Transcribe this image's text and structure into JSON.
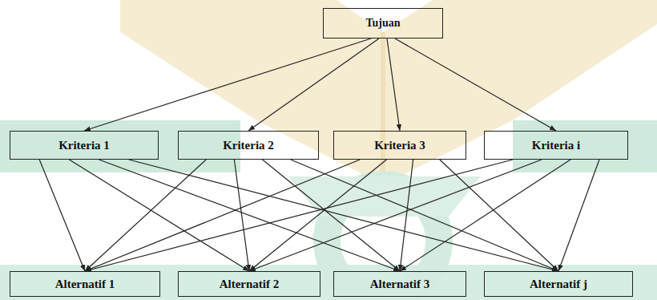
{
  "diagram": {
    "nodes": [
      {
        "text": [
          "Tujuan"
        ]
      },
      {
        "text": [
          "Kriteria 1"
        ]
      },
      {
        "text": [
          "Kriteria 2"
        ]
      },
      {
        "text": [
          "Kriteria 3"
        ]
      },
      {
        "text": [
          "Kriteria i"
        ]
      },
      {
        "text": [
          "Alternatif 1"
        ]
      },
      {
        "text": [
          "Alternatif 2"
        ]
      },
      {
        "text": [
          "Alternatif 3"
        ]
      },
      {
        "text": [
          "Alternatif j"
        ]
      }
    ],
    "edges": [
      {
        "from": 0,
        "to": 1,
        "arrow": "to"
      },
      {
        "from": 0,
        "to": 2,
        "arrow": "to"
      },
      {
        "from": 0,
        "to": 3,
        "arrow": "to"
      },
      {
        "from": 0,
        "to": 4,
        "arrow": "to"
      },
      {
        "from": 1,
        "to": 5,
        "arrow": "to"
      },
      {
        "from": 1,
        "to": 6,
        "arrow": "to"
      },
      {
        "from": 1,
        "to": 7,
        "arrow": "to"
      },
      {
        "from": 1,
        "to": 8,
        "arrow": "to"
      },
      {
        "from": 2,
        "to": 5,
        "arrow": "to"
      },
      {
        "from": 2,
        "to": 6,
        "arrow": "to"
      },
      {
        "from": 2,
        "to": 7,
        "arrow": "to"
      },
      {
        "from": 2,
        "to": 8,
        "arrow": "to"
      },
      {
        "from": 3,
        "to": 5,
        "arrow": "to"
      },
      {
        "from": 3,
        "to": 6,
        "arrow": "to"
      },
      {
        "from": 3,
        "to": 7,
        "arrow": "to"
      },
      {
        "from": 3,
        "to": 8,
        "arrow": "to"
      },
      {
        "from": 4,
        "to": 5,
        "arrow": "to"
      },
      {
        "from": 4,
        "to": 6,
        "arrow": "to"
      },
      {
        "from": 4,
        "to": 7,
        "arrow": "to"
      },
      {
        "from": 4,
        "to": 8,
        "arrow": "to"
      }
    ]
  }
}
